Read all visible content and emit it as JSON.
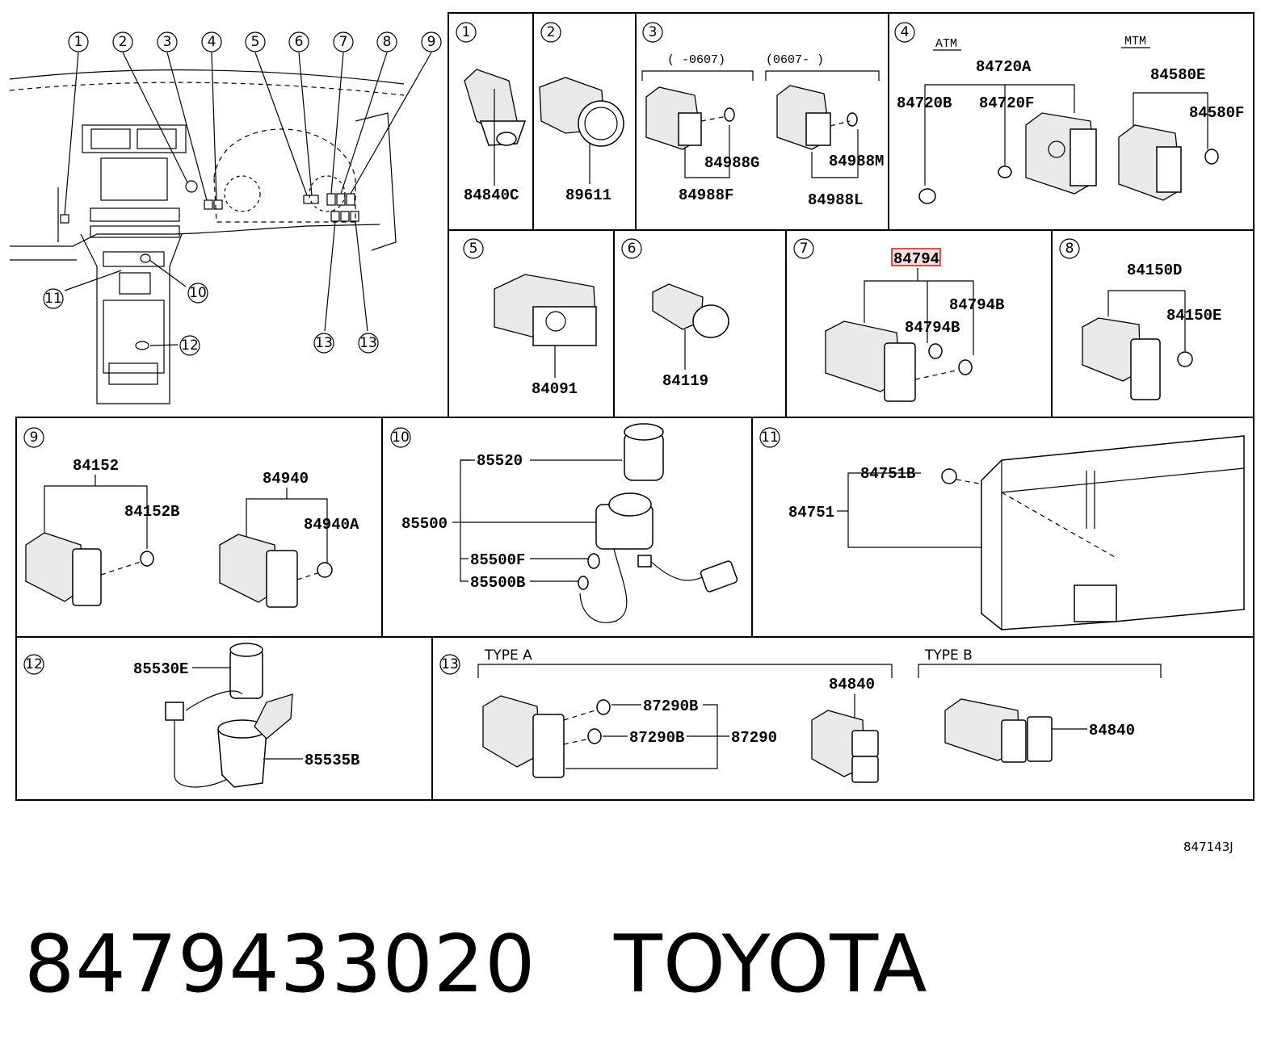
{
  "caption": {
    "part_number": "8479433020",
    "brand": "TOYOTA"
  },
  "diagram_ref": "847143J",
  "overview": {
    "callouts": [
      "1",
      "2",
      "3",
      "4",
      "5",
      "6",
      "7",
      "8",
      "9",
      "10",
      "11",
      "12",
      "13",
      "13"
    ]
  },
  "panels": {
    "p1": {
      "num": "1",
      "parts": [
        "84840C"
      ]
    },
    "p2": {
      "num": "2",
      "parts": [
        "89611"
      ]
    },
    "p3": {
      "num": "3",
      "range_a": "(      -0607)",
      "range_b": "(0607-      )",
      "parts": [
        "84988G",
        "84988F",
        "84988M",
        "84988L"
      ]
    },
    "p4": {
      "num": "4",
      "atm": "ATM",
      "mtm": "MTM",
      "parts": [
        "84720A",
        "84720B",
        "84720F",
        "84580E",
        "84580F"
      ]
    },
    "p5": {
      "num": "5",
      "parts": [
        "84091"
      ]
    },
    "p6": {
      "num": "6",
      "parts": [
        "84119"
      ]
    },
    "p7": {
      "num": "7",
      "highlight": "84794",
      "parts": [
        "84794B",
        "84794B"
      ]
    },
    "p8": {
      "num": "8",
      "parts": [
        "84150D",
        "84150E"
      ]
    },
    "p9": {
      "num": "9",
      "parts": [
        "84152",
        "84152B",
        "84940",
        "84940A"
      ]
    },
    "p10": {
      "num": "10",
      "parts": [
        "85520",
        "85500",
        "85500F",
        "85500B"
      ]
    },
    "p11": {
      "num": "11",
      "parts": [
        "84751B",
        "84751"
      ]
    },
    "p12": {
      "num": "12",
      "parts": [
        "85530E",
        "85535B"
      ]
    },
    "p13": {
      "num": "13",
      "type_a": "TYPE A",
      "type_b": "TYPE B",
      "parts": [
        "87290B",
        "87290B",
        "87290",
        "84840",
        "84840"
      ]
    }
  }
}
